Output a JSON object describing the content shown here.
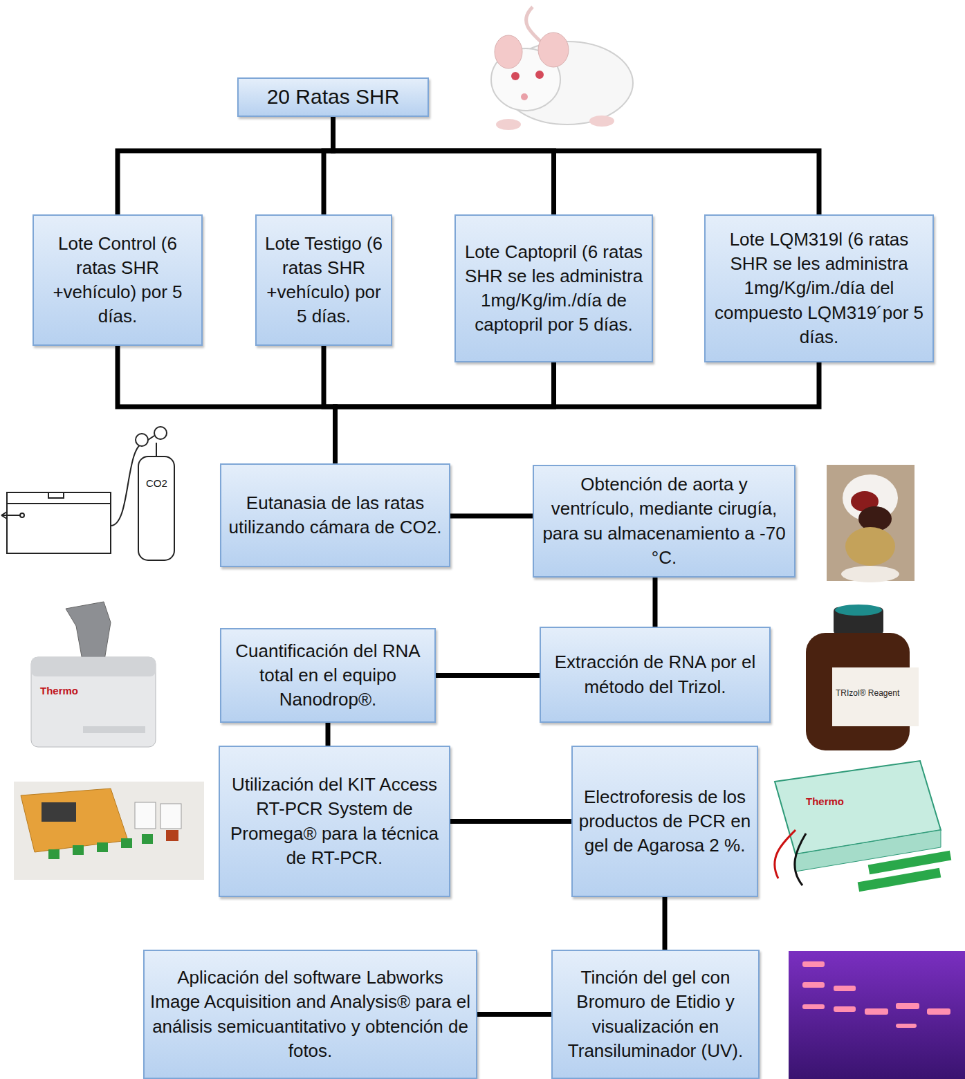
{
  "diagram": {
    "nodes": [
      {
        "text": [
          "20 Ratas SHR"
        ]
      },
      {
        "text": [
          "Lote Control (6 ratas SHR +vehículo) por 5 días."
        ]
      },
      {
        "text": [
          "Lote Testigo (6 ratas SHR +vehículo) por 5 días."
        ]
      },
      {
        "text": [
          "Lote Captopril (6 ratas SHR se les administra 1mg/Kg/im./día de captopril por 5 días."
        ]
      },
      {
        "text": [
          "Lote LQM319l (6 ratas SHR se les administra 1mg/Kg/im./día del compuesto LQM319´por 5 días."
        ]
      },
      {
        "text": [
          "Eutanasia de las ratas utilizando cámara de CO2."
        ]
      },
      {
        "text": [
          "Obtención de aorta y ventrículo, mediante cirugía, para su almacenamiento a -70 °C."
        ]
      },
      {
        "text": [
          "Cuantificación del RNA total en el equipo Nanodrop®."
        ]
      },
      {
        "text": [
          "Extracción de RNA por el método del Trizol."
        ]
      },
      {
        "text": [
          "Utilización del KIT Access RT-PCR System de Promega® para la técnica de RT-PCR."
        ]
      },
      {
        "text": [
          "Electroforesis de los productos de PCR en gel de Agarosa 2 %."
        ]
      },
      {
        "text": [
          "Aplicación del software Labworks Image Acquisition and Analysis® para el análisis semicuantitativo y obtención de fotos."
        ]
      },
      {
        "text": [
          "Tinción del gel con Bromuro de Etidio y visualización en Transiluminador (UV)."
        ]
      }
    ],
    "edges": [
      {
        "from": 0,
        "to": 1,
        "arrow": "none"
      },
      {
        "from": 0,
        "to": 2,
        "arrow": "none"
      },
      {
        "from": 0,
        "to": 3,
        "arrow": "none"
      },
      {
        "from": 0,
        "to": 4,
        "arrow": "none"
      },
      {
        "from": 1,
        "to": 5,
        "arrow": "none"
      },
      {
        "from": 2,
        "to": 5,
        "arrow": "none"
      },
      {
        "from": 3,
        "to": 5,
        "arrow": "none"
      },
      {
        "from": 4,
        "to": 5,
        "arrow": "none"
      },
      {
        "from": 5,
        "to": 6,
        "arrow": "none"
      },
      {
        "from": 6,
        "to": 8,
        "arrow": "none"
      },
      {
        "from": 8,
        "to": 7,
        "arrow": "none"
      },
      {
        "from": 7,
        "to": 9,
        "arrow": "none"
      },
      {
        "from": 9,
        "to": 10,
        "arrow": "none"
      },
      {
        "from": 10,
        "to": 12,
        "arrow": "none"
      },
      {
        "from": 12,
        "to": 11,
        "arrow": "none"
      }
    ],
    "labels": [
      "CO2",
      "Thermo",
      "TRIzol® Reagent",
      "Thermo"
    ]
  }
}
